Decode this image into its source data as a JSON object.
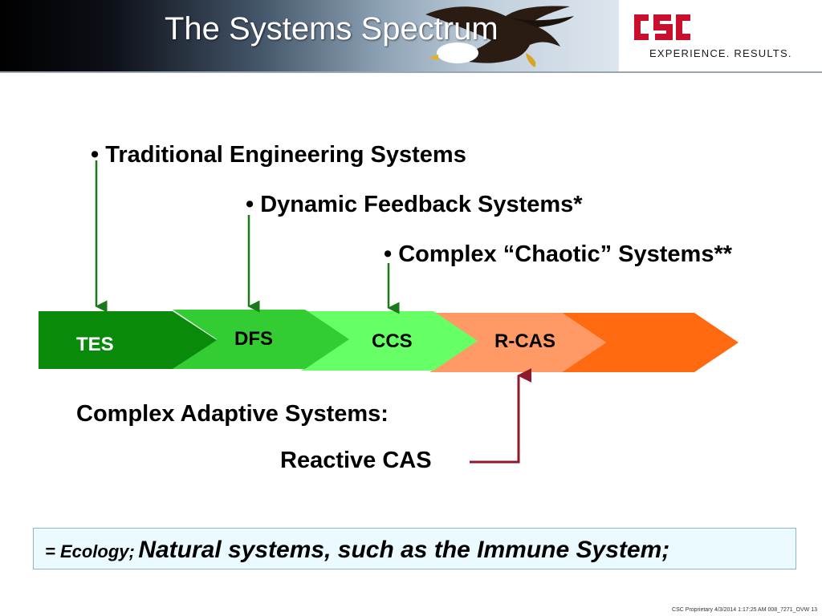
{
  "header": {
    "title": "The Systems Spectrum",
    "logo_text": "CSC",
    "tagline": "EXPERIENCE. RESULTS.",
    "brand_color": "#c8102e"
  },
  "bullets": [
    {
      "marker": "•",
      "text": "Traditional Engineering Systems"
    },
    {
      "marker": "•",
      "text": "Dynamic Feedback Systems*"
    },
    {
      "marker": "•",
      "text": "Complex “Chaotic” Systems**"
    }
  ],
  "spectrum": {
    "stages": [
      {
        "label": "TES",
        "color": "#0a8a0a",
        "text_color": "#ffffff"
      },
      {
        "label": "DFS",
        "color": "#33cc33",
        "text_color": "#000000"
      },
      {
        "label": "CCS",
        "color": "#66ff66",
        "text_color": "#000000"
      },
      {
        "label": "R-CAS",
        "color": "#ff9966",
        "text_color": "#000000"
      },
      {
        "label": "",
        "color": "#ff6a10",
        "text_color": "#000000"
      }
    ],
    "pointer_color": "#1a7a1a",
    "cas_pointer_color": "#8b1a2a"
  },
  "cas": {
    "heading": "Complex Adaptive Systems:",
    "sub": "Reactive CAS"
  },
  "note": {
    "part_a": "= Ecology;",
    "part_b": "Natural systems, such as the Immune System;"
  },
  "footer": "CSC Proprietary 4/3/2014 1:17:25 AM 008_7271_OVW  13"
}
